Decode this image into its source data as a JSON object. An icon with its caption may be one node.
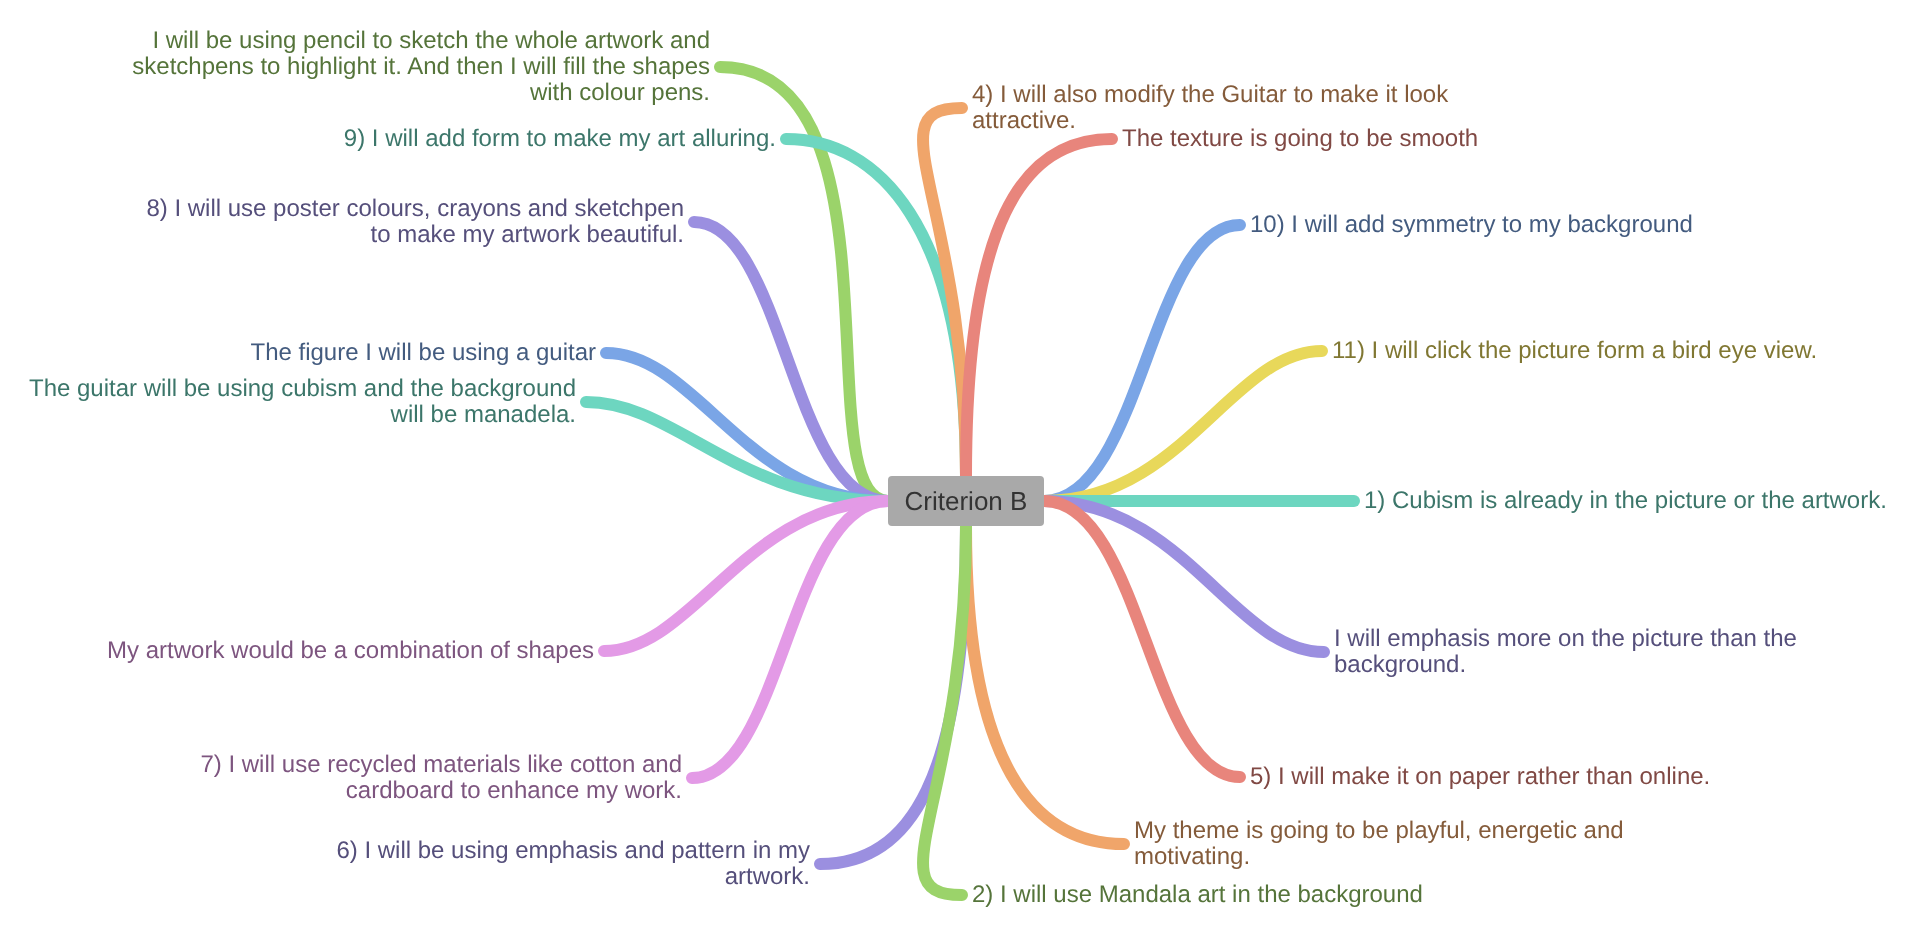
{
  "diagram": {
    "nodes": [
      {
        "text": [
          "Criterion B"
        ]
      },
      {
        "text": [
          "I will be using pencil to sketch the whole artwork and sketchpens to highlight it. And then I will fill the shapes with colour pens."
        ]
      },
      {
        "text": [
          "9) I will add form to make my art alluring."
        ]
      },
      {
        "text": [
          "8) I will use poster colours, crayons and sketchpen to make my artwork beautiful."
        ]
      },
      {
        "text": [
          "The figure I will be using a guitar"
        ]
      },
      {
        "text": [
          "The guitar will be using cubism and the background will be manadela."
        ]
      },
      {
        "text": [
          "My artwork would be a combination of shapes"
        ]
      },
      {
        "text": [
          "7) I will use recycled materials like cotton and cardboard to enhance my work."
        ]
      },
      {
        "text": [
          "6) I will be using emphasis and pattern in my artwork."
        ]
      },
      {
        "text": [
          "4) I will also modify the Guitar to make it look attractive."
        ]
      },
      {
        "text": [
          "The texture is going to be smooth"
        ]
      },
      {
        "text": [
          "10) I will add symmetry to my background"
        ]
      },
      {
        "text": [
          "11) I will click the picture form a bird eye view."
        ]
      },
      {
        "text": [
          "1) Cubism is already in the picture or the artwork."
        ]
      },
      {
        "text": [
          "I will emphasis more on the picture than the background."
        ]
      },
      {
        "text": [
          "5) I will make it on paper rather than online."
        ]
      },
      {
        "text": [
          "My theme is going to be playful, energetic and motivating."
        ]
      },
      {
        "text": [
          "2) I will use Mandala art in the background"
        ]
      }
    ],
    "edges": [
      {
        "from": 0,
        "to": 1,
        "arrow": "none",
        "color": "#9bd36a"
      },
      {
        "from": 0,
        "to": 2,
        "arrow": "none",
        "color": "#6dd6c0"
      },
      {
        "from": 0,
        "to": 3,
        "arrow": "none",
        "color": "#9b8fe0"
      },
      {
        "from": 0,
        "to": 4,
        "arrow": "none",
        "color": "#7aa5e6"
      },
      {
        "from": 0,
        "to": 5,
        "arrow": "none",
        "color": "#6dd6c0"
      },
      {
        "from": 0,
        "to": 6,
        "arrow": "none",
        "color": "#e39ae6"
      },
      {
        "from": 0,
        "to": 7,
        "arrow": "none",
        "color": "#e39ae6"
      },
      {
        "from": 0,
        "to": 8,
        "arrow": "none",
        "color": "#9b8fe0"
      },
      {
        "from": 0,
        "to": 9,
        "arrow": "none",
        "color": "#f0a56a"
      },
      {
        "from": 0,
        "to": 10,
        "arrow": "none",
        "color": "#e8857c"
      },
      {
        "from": 0,
        "to": 11,
        "arrow": "none",
        "color": "#7aa5e6"
      },
      {
        "from": 0,
        "to": 12,
        "arrow": "none",
        "color": "#e8d85a"
      },
      {
        "from": 0,
        "to": 13,
        "arrow": "none",
        "color": "#6dd6c0"
      },
      {
        "from": 0,
        "to": 14,
        "arrow": "none",
        "color": "#9b8fe0"
      },
      {
        "from": 0,
        "to": 15,
        "arrow": "none",
        "color": "#e8857c"
      },
      {
        "from": 0,
        "to": 16,
        "arrow": "none",
        "color": "#f0a56a"
      },
      {
        "from": 0,
        "to": 17,
        "arrow": "none",
        "color": "#9bd36a"
      }
    ]
  }
}
